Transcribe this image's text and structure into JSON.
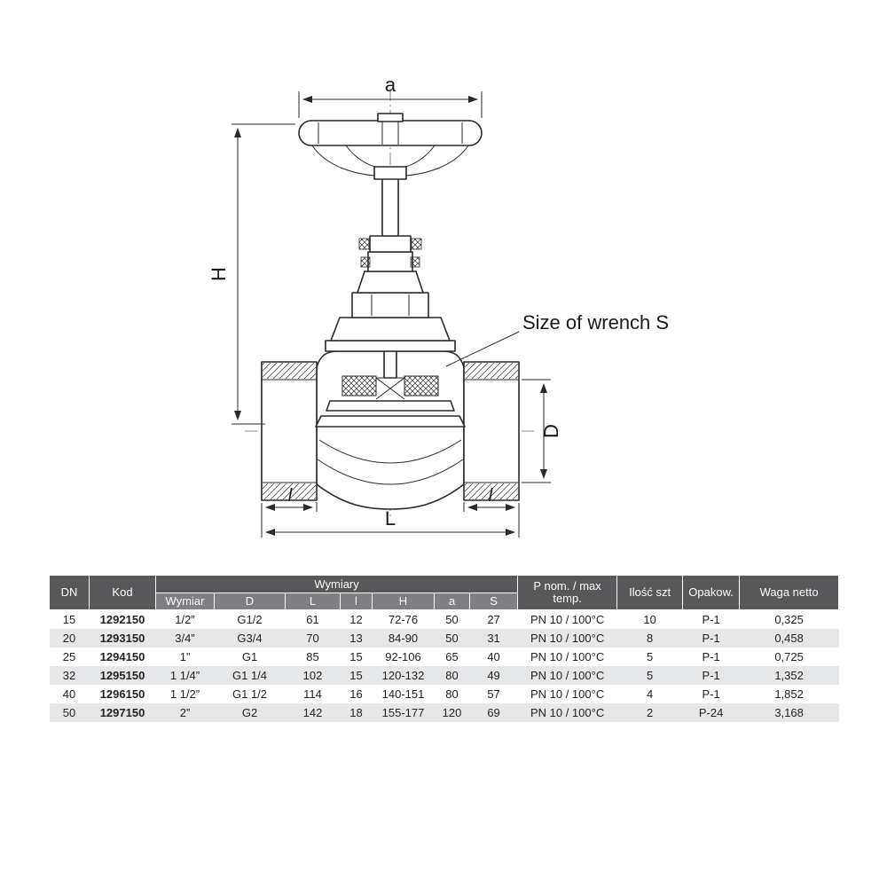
{
  "diagram": {
    "labels": {
      "a": "a",
      "H": "H",
      "D": "D",
      "L": "L",
      "l_left": "l",
      "l_right": "l",
      "wrench_note": "Size of wrench S"
    }
  },
  "table": {
    "colors": {
      "header_bg": "#58585a",
      "subheader_bg": "#7d7f83",
      "row_alt_bg": "#e6e7e8",
      "header_text": "#ffffff"
    },
    "headers": {
      "dn": "DN",
      "kod": "Kod",
      "wymiary": "Wymiary",
      "sub": [
        "Wymiar",
        "D",
        "L",
        "l",
        "H",
        "a",
        "S"
      ],
      "pnom": "P nom. / max temp.",
      "ilosc": "Ilość szt",
      "opakow": "Opakow.",
      "waga": "Waga netto"
    },
    "rows": [
      [
        "15",
        "1292150",
        "1/2”",
        "G1/2",
        "61",
        "12",
        "72-76",
        "50",
        "27",
        "PN 10 / 100°C",
        "10",
        "P-1",
        "0,325"
      ],
      [
        "20",
        "1293150",
        "3/4”",
        "G3/4",
        "70",
        "13",
        "84-90",
        "50",
        "31",
        "PN 10 / 100°C",
        "8",
        "P-1",
        "0,458"
      ],
      [
        "25",
        "1294150",
        "1”",
        "G1",
        "85",
        "15",
        "92-106",
        "65",
        "40",
        "PN 10 / 100°C",
        "5",
        "P-1",
        "0,725"
      ],
      [
        "32",
        "1295150",
        "1 1/4”",
        "G1 1/4",
        "102",
        "15",
        "120-132",
        "80",
        "49",
        "PN 10 / 100°C",
        "5",
        "P-1",
        "1,352"
      ],
      [
        "40",
        "1296150",
        "1 1/2”",
        "G1 1/2",
        "114",
        "16",
        "140-151",
        "80",
        "57",
        "PN 10 / 100°C",
        "4",
        "P-1",
        "1,852"
      ],
      [
        "50",
        "1297150",
        "2”",
        "G2",
        "142",
        "18",
        "155-177",
        "120",
        "69",
        "PN 10 / 100°C",
        "2",
        "P-24",
        "3,168"
      ]
    ]
  }
}
